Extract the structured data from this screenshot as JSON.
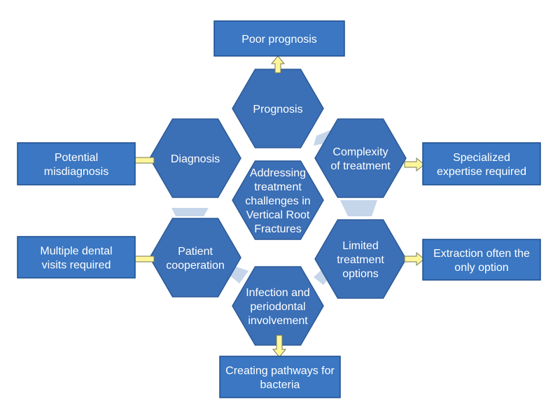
{
  "center": {
    "lines": [
      "Addressing",
      "treatment",
      "challenges in",
      "Vertical Root",
      "Fractures"
    ]
  },
  "challenges": [
    {
      "name": "prognosis",
      "lines": [
        "Prognosis"
      ],
      "outcome": [
        "Poor prognosis"
      ]
    },
    {
      "name": "complexity",
      "lines": [
        "Complexity",
        "of treatment"
      ],
      "outcome": [
        "Specialized",
        "expertise required"
      ]
    },
    {
      "name": "limited-options",
      "lines": [
        "Limited",
        "treatment",
        "options"
      ],
      "outcome": [
        "Extraction often the",
        "only option"
      ]
    },
    {
      "name": "infection",
      "lines": [
        "Infection and",
        "periodontal",
        "involvement"
      ],
      "outcome": [
        "Creating pathways for",
        "bacteria"
      ]
    },
    {
      "name": "patient-cooperation",
      "lines": [
        "Patient",
        "cooperation"
      ],
      "outcome": [
        "Multiple dental",
        "visits required"
      ]
    },
    {
      "name": "diagnosis",
      "lines": [
        "Diagnosis"
      ],
      "outcome": [
        "Potential",
        "misdiagnosis"
      ]
    }
  ],
  "colors": {
    "hexagon": "#3b6fb6",
    "box": "#3b77c2",
    "arrow": "#fff59a",
    "connector": "#c5d5ea"
  }
}
